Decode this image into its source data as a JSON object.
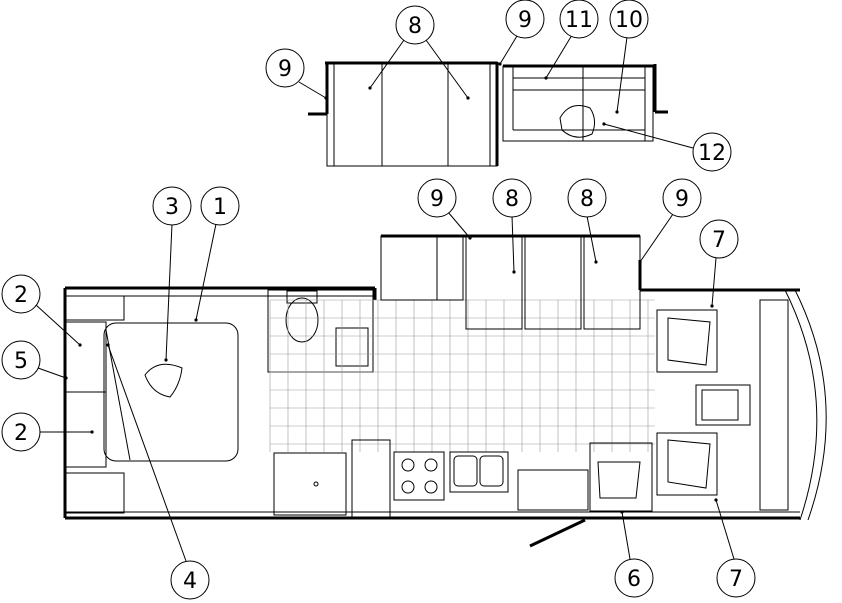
{
  "diagram": {
    "type": "floor-plan",
    "callouts": [
      {
        "id": "c9a",
        "label": "9"
      },
      {
        "id": "c8a",
        "label": "8"
      },
      {
        "id": "c9b",
        "label": "9"
      },
      {
        "id": "c11",
        "label": "11"
      },
      {
        "id": "c10",
        "label": "10"
      },
      {
        "id": "c12",
        "label": "12"
      },
      {
        "id": "c3",
        "label": "3"
      },
      {
        "id": "c1",
        "label": "1"
      },
      {
        "id": "c9c",
        "label": "9"
      },
      {
        "id": "c8b",
        "label": "8"
      },
      {
        "id": "c8c",
        "label": "8"
      },
      {
        "id": "c9d",
        "label": "9"
      },
      {
        "id": "c7a",
        "label": "7"
      },
      {
        "id": "c2a",
        "label": "2"
      },
      {
        "id": "c5",
        "label": "5"
      },
      {
        "id": "c2b",
        "label": "2"
      },
      {
        "id": "c4",
        "label": "4"
      },
      {
        "id": "c6",
        "label": "6"
      },
      {
        "id": "c7b",
        "label": "7"
      }
    ]
  }
}
